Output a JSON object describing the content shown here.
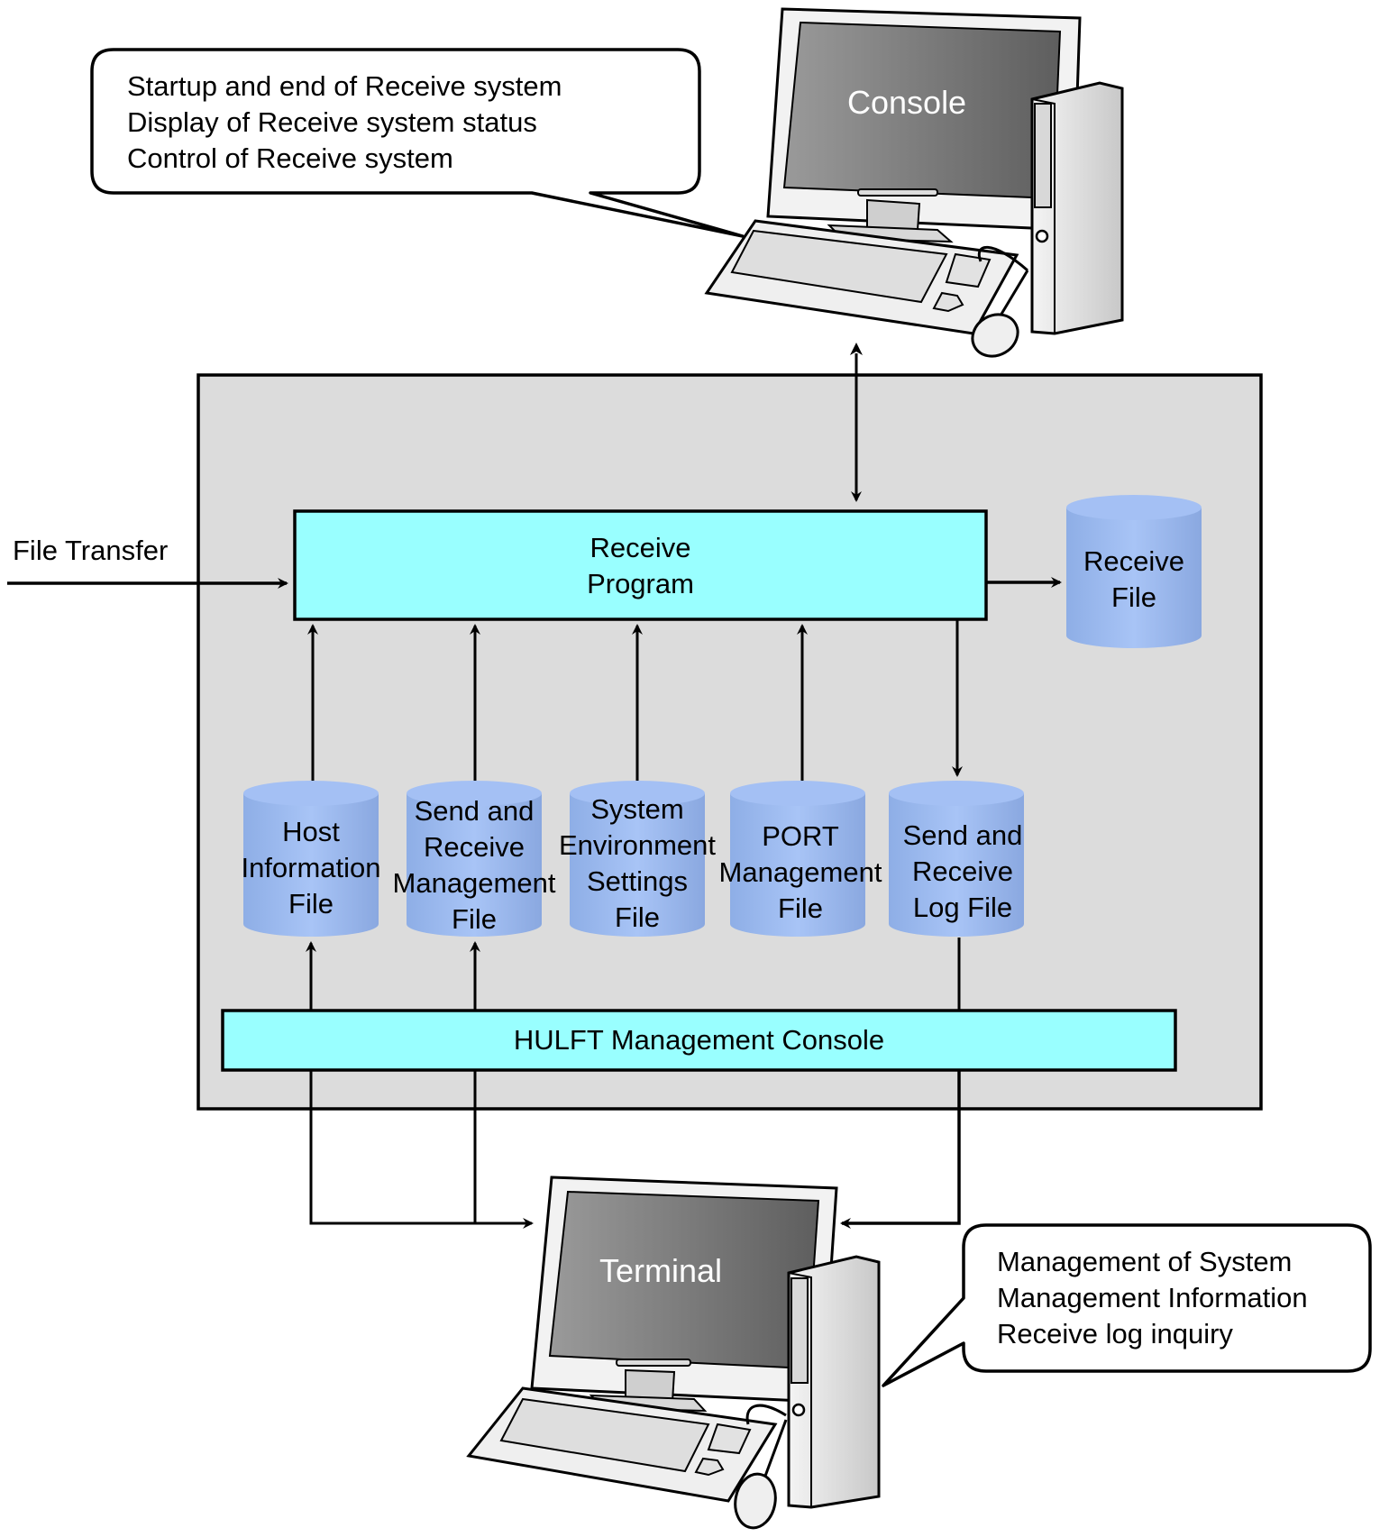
{
  "diagram": {
    "type": "system-architecture",
    "console": {
      "label": "Console",
      "callout_lines": [
        "Startup and end of Receive system",
        "Display of Receive system status",
        "Control of Receive system"
      ]
    },
    "terminal": {
      "label": "Terminal",
      "callout_lines": [
        "Management of System",
        "Management Information",
        "Receive log inquiry"
      ]
    },
    "input_label": "File Transfer",
    "receive_program": {
      "lines": [
        "Receive",
        "Program"
      ]
    },
    "receive_file": {
      "lines": [
        "Receive",
        "File"
      ]
    },
    "management_console": {
      "label": "HULFT Management Console"
    },
    "files": [
      {
        "id": "host-information-file",
        "lines": [
          "Host",
          "Information",
          "File"
        ]
      },
      {
        "id": "send-receive-management-file",
        "lines": [
          "Send and",
          "Receive",
          "Management",
          "File"
        ]
      },
      {
        "id": "system-environment-settings-file",
        "lines": [
          "System",
          "Environment",
          "Settings",
          "File"
        ]
      },
      {
        "id": "port-management-file",
        "lines": [
          "PORT",
          "Management",
          "File"
        ]
      },
      {
        "id": "send-receive-log-file",
        "lines": [
          "Send and",
          "Receive",
          "Log File"
        ]
      }
    ],
    "colors": {
      "system_box_fill": "#dcdcdc",
      "program_fill": "#99ffff",
      "cylinder_fill": "#94b4ec",
      "cylinder_top": "#a4c0f4",
      "screen": "#6e6e6e"
    }
  }
}
